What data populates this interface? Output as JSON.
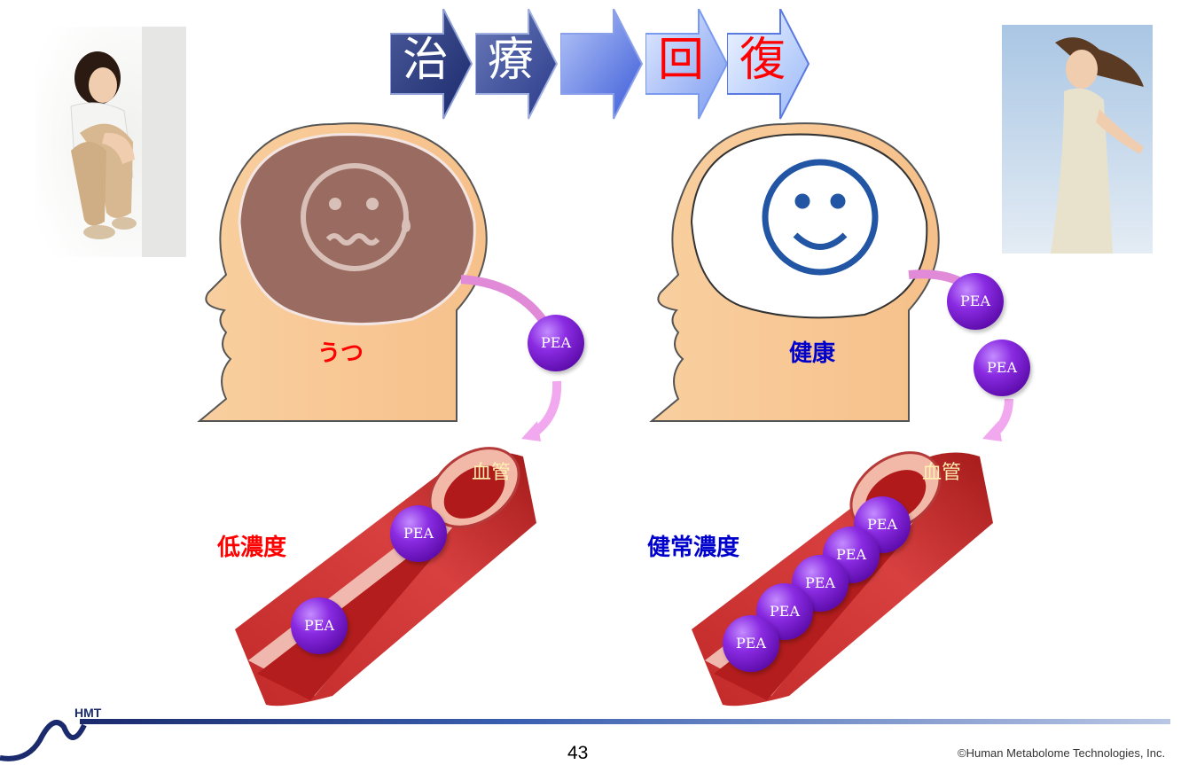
{
  "steps": [
    {
      "char": "治",
      "color": "#ffffff"
    },
    {
      "char": "療",
      "color": "#ffffff"
    },
    {
      "char": "",
      "color": "#ffffff"
    },
    {
      "char": "回",
      "color": "#ff0000"
    },
    {
      "char": "復",
      "color": "#ff0000"
    }
  ],
  "left_head": {
    "state_label": "うつ",
    "state_color": "#ff0000",
    "concentration_label": "低濃度",
    "concentration_color": "#ff0000",
    "vessel_label": "血管"
  },
  "right_head": {
    "state_label": "健康",
    "state_color": "#0000cc",
    "concentration_label": "健常濃度",
    "concentration_color": "#0000cc",
    "vessel_label": "血管"
  },
  "molecule_label": "PEA",
  "footer": {
    "logo": "HMT",
    "page_number": "43",
    "copyright": "©Human Metabolome Technologies, Inc."
  },
  "colors": {
    "skin": "#f8c89a",
    "brain_sad": "#9a6b60",
    "face_stroke_sad": "#cdb4ae",
    "face_stroke_happy": "#2255a4",
    "molecule": "#7a1ad1"
  }
}
